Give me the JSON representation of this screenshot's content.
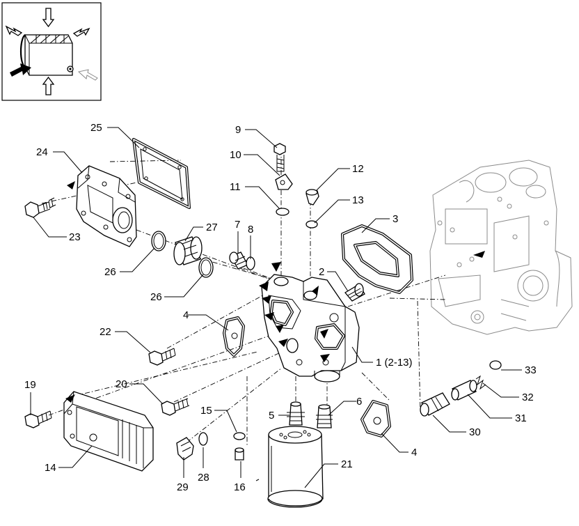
{
  "diagram": {
    "callouts": [
      {
        "id": "c25",
        "text": "25"
      },
      {
        "id": "c24",
        "text": "24"
      },
      {
        "id": "c23",
        "text": "23"
      },
      {
        "id": "c26a",
        "text": "26"
      },
      {
        "id": "c26b",
        "text": "26"
      },
      {
        "id": "c27",
        "text": "27"
      },
      {
        "id": "c9",
        "text": "9"
      },
      {
        "id": "c10",
        "text": "10"
      },
      {
        "id": "c11",
        "text": "11"
      },
      {
        "id": "c12",
        "text": "12"
      },
      {
        "id": "c13",
        "text": "13"
      },
      {
        "id": "c7",
        "text": "7"
      },
      {
        "id": "c8",
        "text": "8"
      },
      {
        "id": "c3",
        "text": "3"
      },
      {
        "id": "c2",
        "text": "2"
      },
      {
        "id": "c4a",
        "text": "4"
      },
      {
        "id": "c22",
        "text": "22"
      },
      {
        "id": "c1",
        "text": "1 (2-13)"
      },
      {
        "id": "c19",
        "text": "19"
      },
      {
        "id": "c20",
        "text": "20"
      },
      {
        "id": "c15",
        "text": "15"
      },
      {
        "id": "c5",
        "text": "5"
      },
      {
        "id": "c6",
        "text": "6"
      },
      {
        "id": "c33",
        "text": "33"
      },
      {
        "id": "c32",
        "text": "32"
      },
      {
        "id": "c31",
        "text": "31"
      },
      {
        "id": "c30",
        "text": "30"
      },
      {
        "id": "c4b",
        "text": "4"
      },
      {
        "id": "c21",
        "text": "21"
      },
      {
        "id": "c14",
        "text": "14"
      },
      {
        "id": "c29",
        "text": "29"
      },
      {
        "id": "c28",
        "text": "28"
      },
      {
        "id": "c16",
        "text": "16"
      }
    ]
  }
}
